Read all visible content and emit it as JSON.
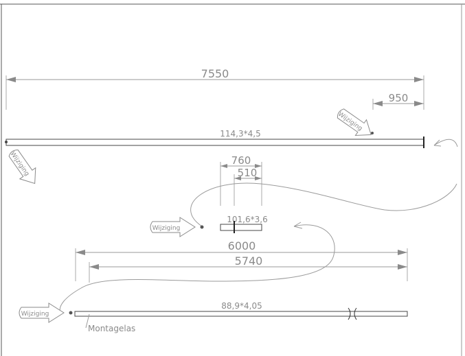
{
  "drawing": {
    "top_bar": {
      "overall_length": "7550",
      "offset_dimension": "950",
      "profile": "114,3*4,5"
    },
    "middle_piece": {
      "dim_outer": "760",
      "dim_inner": "510",
      "profile": "101,6*3,6"
    },
    "bottom_bar": {
      "overall_length": "6000",
      "inner_length": "5740",
      "profile": "88,9*4,05",
      "joint_label": "Montagelas"
    },
    "revision_tags": [
      "Wijziging",
      "Wijziging",
      "Wijziging",
      "Wijziging"
    ]
  }
}
